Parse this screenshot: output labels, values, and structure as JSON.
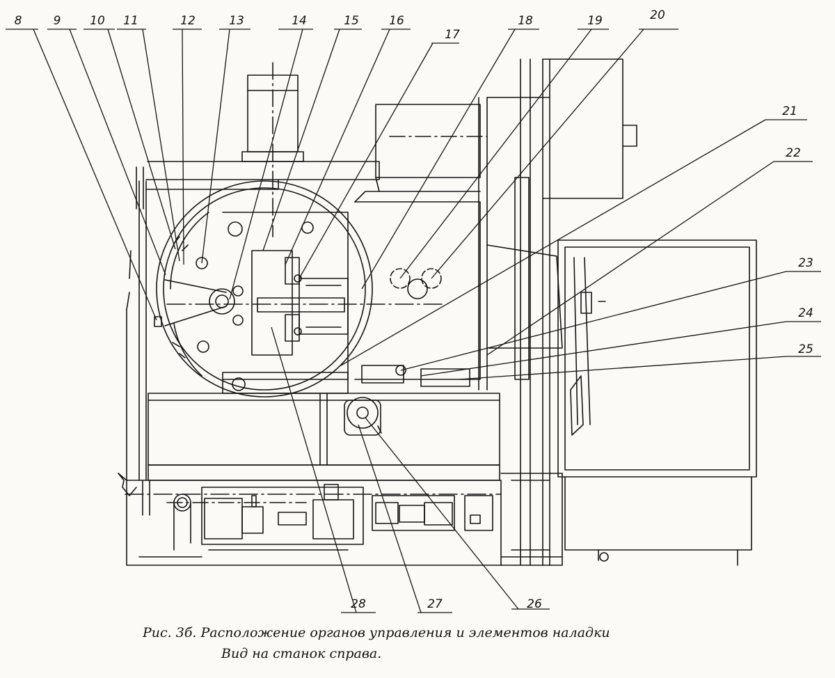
{
  "callouts": [
    "8",
    "9",
    "10",
    "11",
    "12",
    "13",
    "14",
    "15",
    "16",
    "17",
    "18",
    "19",
    "20",
    "21",
    "22",
    "23",
    "24",
    "25",
    "26",
    "27",
    "28"
  ],
  "caption": {
    "line1": "Рис. 3б. Расположение органов управления  и элементов наладки",
    "line2": "Вид на станок справа."
  },
  "colors": {
    "ink": "#141414",
    "paper": "#fbfaf7"
  }
}
